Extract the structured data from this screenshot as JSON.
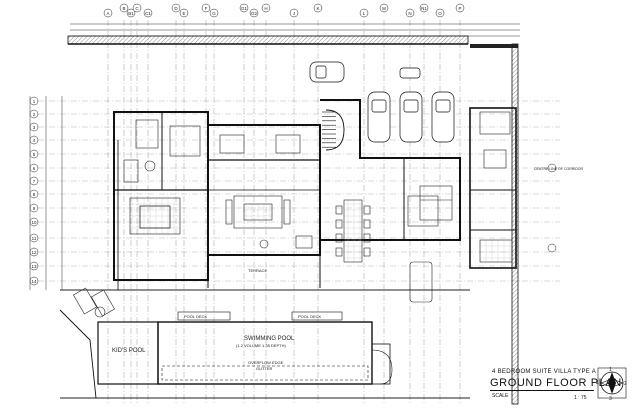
{
  "grid_columns": [
    "A",
    "B",
    "B1",
    "C",
    "C1",
    "D",
    "E",
    "F",
    "G",
    "G1",
    "G2",
    "H",
    "J",
    "K",
    "L",
    "M",
    "N",
    "N1",
    "O",
    "P"
  ],
  "grid_rows": [
    "1",
    "2",
    "3",
    "4",
    "5",
    "6",
    "7",
    "8",
    "9",
    "10",
    "11",
    "12",
    "13",
    "14"
  ],
  "rooms": {
    "kids_pool": "KID'S POOL",
    "swimming_pool": "SWIMMING POOL",
    "swimming_pool_note": "(1.2 VOLUME 1.35 DEPTH)",
    "terrace": "TERRACE",
    "overflow_edge": "OVERFLOW EDGE",
    "gutter": "GUTTER",
    "pool_deck_1": "POOL DECK",
    "pool_deck_2": "POOL DECK",
    "centre_line_corridor": "CENTRE LINE OF CORRIDOR"
  },
  "title_block": {
    "subtitle": "4 BEDROOM SUITE VILLA TYPE A",
    "title": "GROUND FLOOR PLAN",
    "scale_label": "SCALE",
    "scale_value": "1 : 75"
  },
  "north_arrow": [
    "1",
    "2",
    "3",
    "4"
  ],
  "colors": {
    "line": "#222222",
    "hatch": "#555555",
    "background": "#ffffff"
  }
}
